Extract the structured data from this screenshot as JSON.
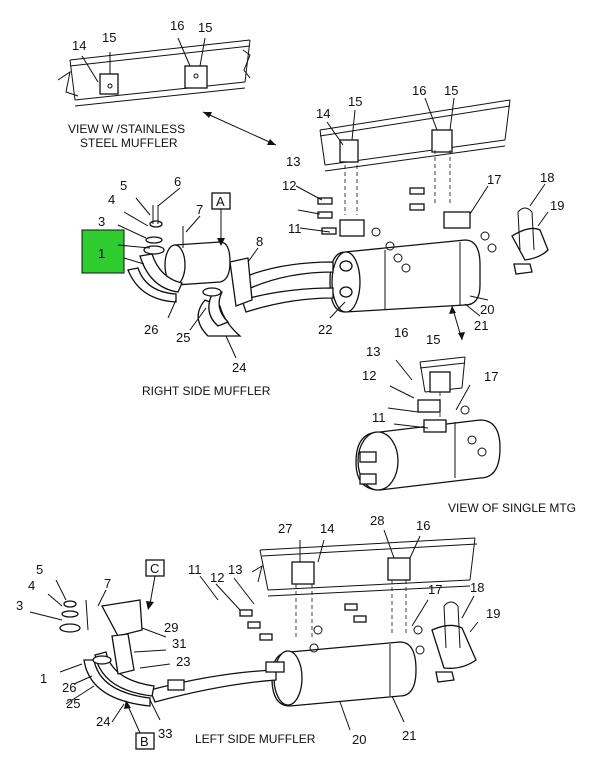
{
  "captions": {
    "stainless": [
      "VIEW W /STAINLESS",
      "STEEL MUFFLER"
    ],
    "right_side": "RIGHT SIDE MUFFLER",
    "single_mtg": "VIEW OF SINGLE MTG",
    "left_side": "LEFT SIDE MUFFLER"
  },
  "view_boxes": {
    "a": "A",
    "b": "B",
    "c": "C"
  },
  "highlight": {
    "label": "1",
    "color": "#2ecc2e"
  },
  "callouts": {
    "stainless": [
      "14",
      "15",
      "16",
      "15"
    ],
    "upper": [
      "14",
      "15",
      "16",
      "15"
    ],
    "right": [
      "13",
      "12",
      "11",
      "17",
      "18",
      "19",
      "20",
      "21",
      "22",
      "8",
      "6",
      "5",
      "4",
      "3",
      "7",
      "26",
      "25",
      "24"
    ],
    "single": [
      "16",
      "15",
      "13",
      "12",
      "11",
      "17"
    ],
    "left": [
      "27",
      "14",
      "28",
      "16",
      "5",
      "4",
      "3",
      "7",
      "11",
      "12",
      "13",
      "17",
      "18",
      "19",
      "29",
      "31",
      "23",
      "1",
      "26",
      "25",
      "24",
      "33",
      "20",
      "21"
    ]
  }
}
